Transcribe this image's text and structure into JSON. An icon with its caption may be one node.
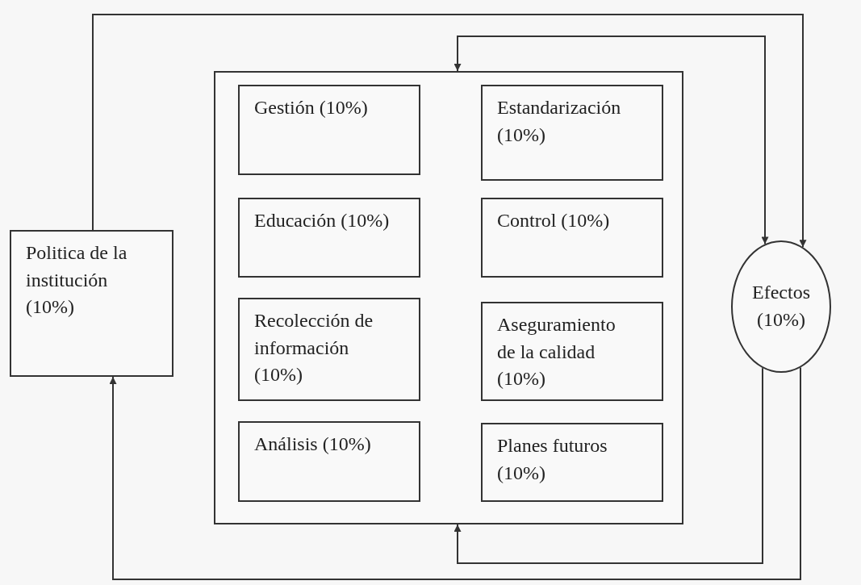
{
  "diagram": {
    "nodes": [
      {
        "text": [
          "Politica de la institución (10%)"
        ]
      },
      {
        "text": [],
        "shape": "box"
      },
      {
        "text": [
          "Gestión (10%)"
        ],
        "in": 1
      },
      {
        "text": [
          "Estandarización (10%)"
        ],
        "in": 1
      },
      {
        "text": [
          "Educación (10%)"
        ],
        "in": 1
      },
      {
        "text": [
          "Control (10%)"
        ],
        "in": 1
      },
      {
        "text": [
          "Recolección de información (10%)"
        ],
        "in": 1
      },
      {
        "text": [
          "Aseguramiento de la calidad (10%)"
        ],
        "in": 1
      },
      {
        "text": [
          "Análisis (10%)"
        ],
        "in": 1
      },
      {
        "text": [
          "Planes futuros (10%)"
        ],
        "in": 1
      },
      {
        "text": [
          "Efectos (10%)"
        ]
      }
    ],
    "edges": [
      {
        "from": 0,
        "to": 10,
        "arrow": "to"
      },
      {
        "from": 1,
        "to": 10,
        "arrow": "both"
      },
      {
        "from": 10,
        "to": 1,
        "arrow": "to"
      },
      {
        "from": 10,
        "to": 0,
        "arrow": "to"
      }
    ]
  }
}
